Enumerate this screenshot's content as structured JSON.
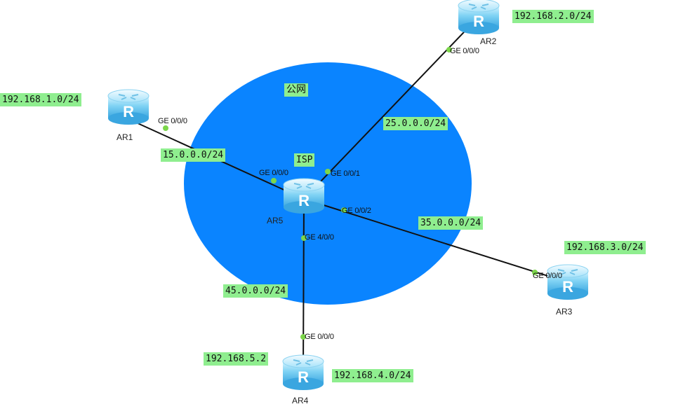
{
  "cloud": {
    "label": "公网",
    "color": "#0a84ff"
  },
  "colors": {
    "link": "#111111",
    "tag_bg": "#8fee8f",
    "port_dot": "#7cd64a"
  },
  "routers": [
    {
      "id": "ar1",
      "name": "AR1",
      "icon": "router-icon"
    },
    {
      "id": "ar2",
      "name": "AR2",
      "icon": "router-icon"
    },
    {
      "id": "ar3",
      "name": "AR3",
      "icon": "router-icon"
    },
    {
      "id": "ar4",
      "name": "AR4",
      "icon": "router-icon"
    },
    {
      "id": "ar5",
      "name": "AR5",
      "role": "ISP",
      "icon": "router-icon"
    }
  ],
  "links": [
    {
      "id": "ar1-ar5",
      "network": "15.0.0.0/24",
      "port_a": "GE 0/0/0",
      "port_b": "GE 0/0/0"
    },
    {
      "id": "ar2-ar5",
      "network": "25.0.0.0/24",
      "port_a": "GE 0/0/0",
      "port_b": "GE 0/0/1"
    },
    {
      "id": "ar3-ar5",
      "network": "35.0.0.0/24",
      "port_a": "GE 0/0/0",
      "port_b": "GE 0/0/2"
    },
    {
      "id": "ar4-ar5",
      "network": "45.0.0.0/24",
      "port_a": "GE 0/0/0",
      "port_b": "GE 4/0/0"
    }
  ],
  "lan_labels": {
    "ar1": "192.168.1.0/24",
    "ar2": "192.168.2.0/24",
    "ar3": "192.168.3.0/24",
    "ar4": "192.168.4.0/24",
    "ar4_host": "192.168.5.2"
  }
}
